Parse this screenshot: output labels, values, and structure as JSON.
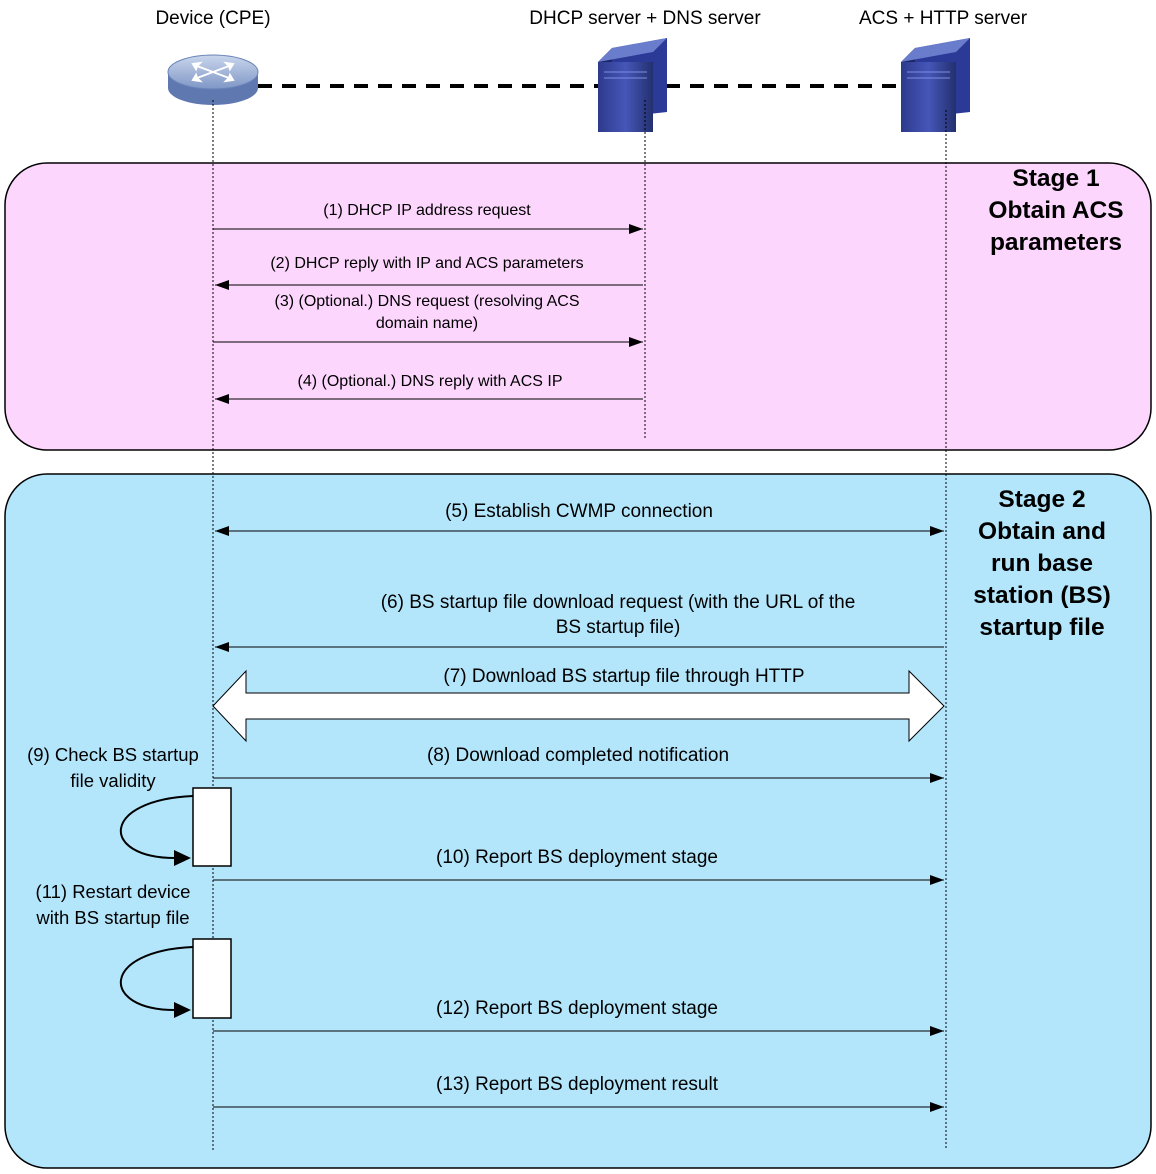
{
  "participants": {
    "device": "Device (CPE)",
    "dhcp_dns": "DHCP server + DNS server",
    "acs_http": "ACS + HTTP server"
  },
  "stage1": {
    "lines": [
      "Stage 1",
      "Obtain ACS",
      "parameters"
    ],
    "color": "#fdd6fd"
  },
  "stage2": {
    "lines": [
      "Stage 2",
      "Obtain and",
      "run base",
      "station (BS)",
      "startup file"
    ],
    "color": "#b3e6fb"
  },
  "messages": {
    "m1": "(1) DHCP IP address request",
    "m2": "(2) DHCP reply with IP and ACS parameters",
    "m3a": "(3) (Optional.) DNS request (resolving ACS",
    "m3b": "domain name)",
    "m4": "(4) (Optional.) DNS reply with ACS IP",
    "m5": "(5) Establish CWMP connection",
    "m6a": "(6) BS startup file download request (with the URL of the",
    "m6b": "BS startup file)",
    "m7": "(7) Download BS startup file through HTTP",
    "m8": "(8) Download completed notification",
    "m9a": "(9) Check BS startup",
    "m9b": "file validity",
    "m10": "(10) Report BS deployment stage",
    "m11a": "(11) Restart device",
    "m11b": "with BS startup file",
    "m12": "(12) Report BS deployment stage",
    "m13": "(13) Report BS deployment result"
  },
  "icons": {
    "router": "router-icon",
    "server": "server-icon"
  }
}
